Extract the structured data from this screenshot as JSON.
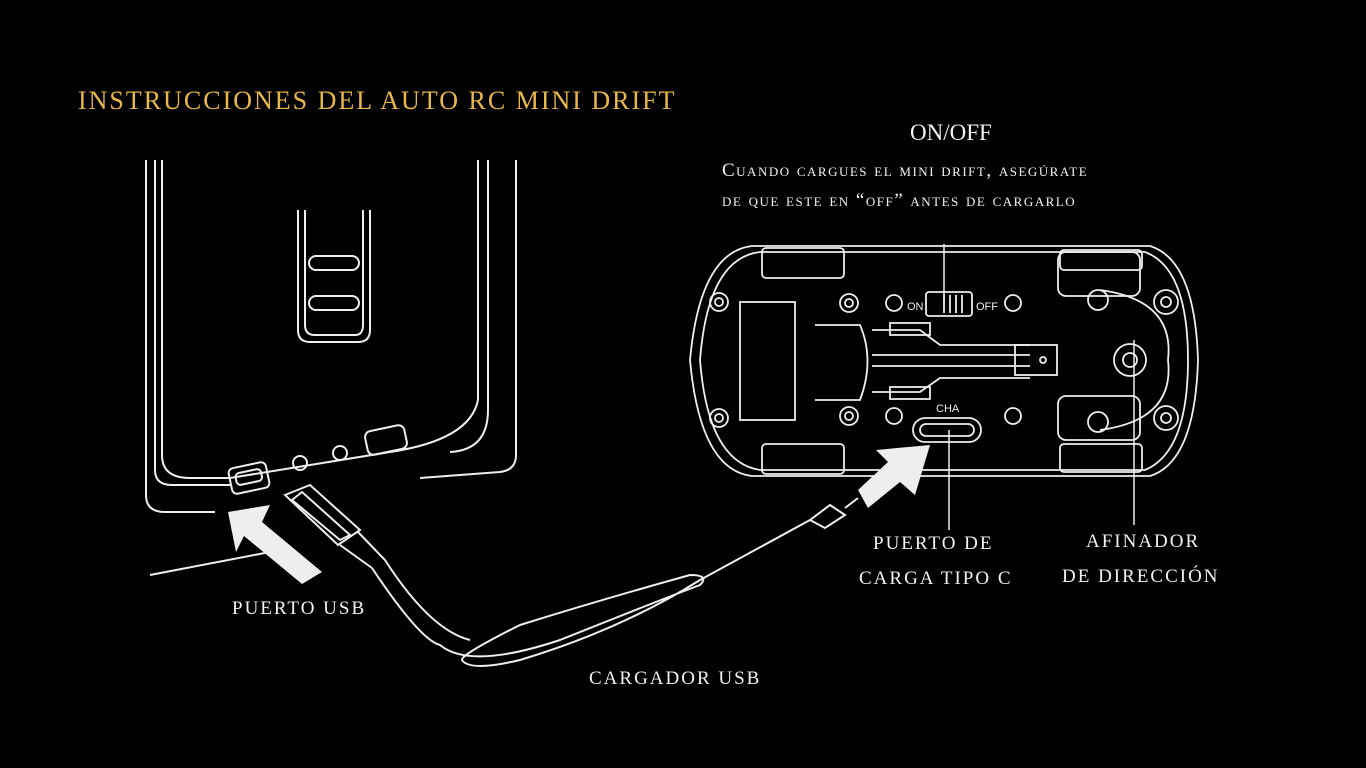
{
  "title": "INSTRUCCIONES DEL AUTO RC MINI DRIFT",
  "colors": {
    "title": "#e8b84a",
    "background": "#000000",
    "line": "#eeeeee"
  },
  "switch": {
    "heading": "ON/OFF",
    "description_line1": "Cuando cargues el mini drift, asegúrate",
    "description_line2": "de que este en “off” antes de cargarlo",
    "on_mark": "ON",
    "off_mark": "OFF"
  },
  "car": {
    "port_mark": "CHA"
  },
  "labels": {
    "usb_port": "PUERTO USB",
    "usb_charger": "CARGADOR USB",
    "typec_line1": "PUERTO DE",
    "typec_line2": "CARGA TIPO C",
    "steering_line1": "AFINADOR",
    "steering_line2": "DE DIRECCIÓN"
  }
}
